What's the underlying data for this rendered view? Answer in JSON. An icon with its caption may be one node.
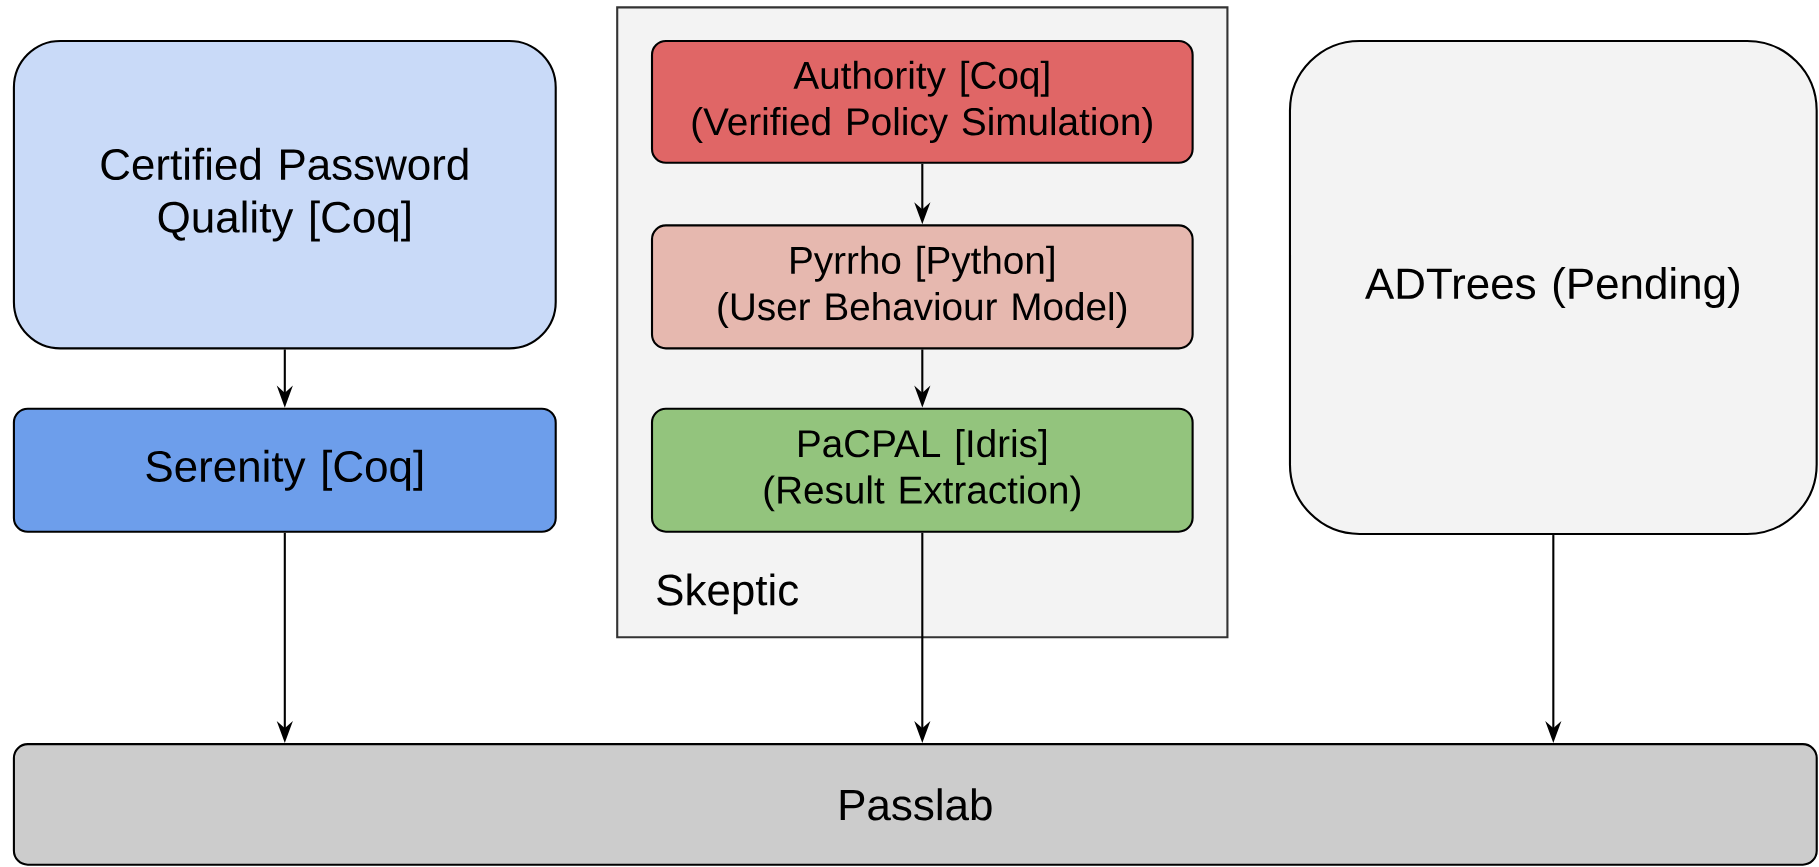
{
  "diagram": {
    "nodes": [
      {
        "text": [
          "Certified Password Quality [Coq]"
        ]
      },
      {
        "text": [
          "Serenity [Coq]"
        ]
      },
      {
        "text": [
          "Skeptic"
        ]
      },
      {
        "text": [
          "Authority [Coq]",
          "(Verified Policy Simulation)"
        ],
        "in": 2
      },
      {
        "text": [
          "Pyrrho [Python]",
          "(User Behaviour Model)"
        ],
        "in": 2
      },
      {
        "text": [
          "PaCPAL [Idris]",
          "(Result Extraction)"
        ],
        "in": 2
      },
      {
        "text": [
          "ADTrees (Pending)"
        ]
      },
      {
        "text": [
          "Passlab"
        ]
      }
    ],
    "edges": [
      {
        "from": 0,
        "to": 1,
        "arrow": "to"
      },
      {
        "from": 3,
        "to": 4,
        "arrow": "to"
      },
      {
        "from": 4,
        "to": 5,
        "arrow": "to"
      },
      {
        "from": 1,
        "to": 7,
        "arrow": "to"
      },
      {
        "from": 5,
        "to": 7,
        "arrow": "to"
      },
      {
        "from": 6,
        "to": 7,
        "arrow": "to"
      }
    ]
  }
}
